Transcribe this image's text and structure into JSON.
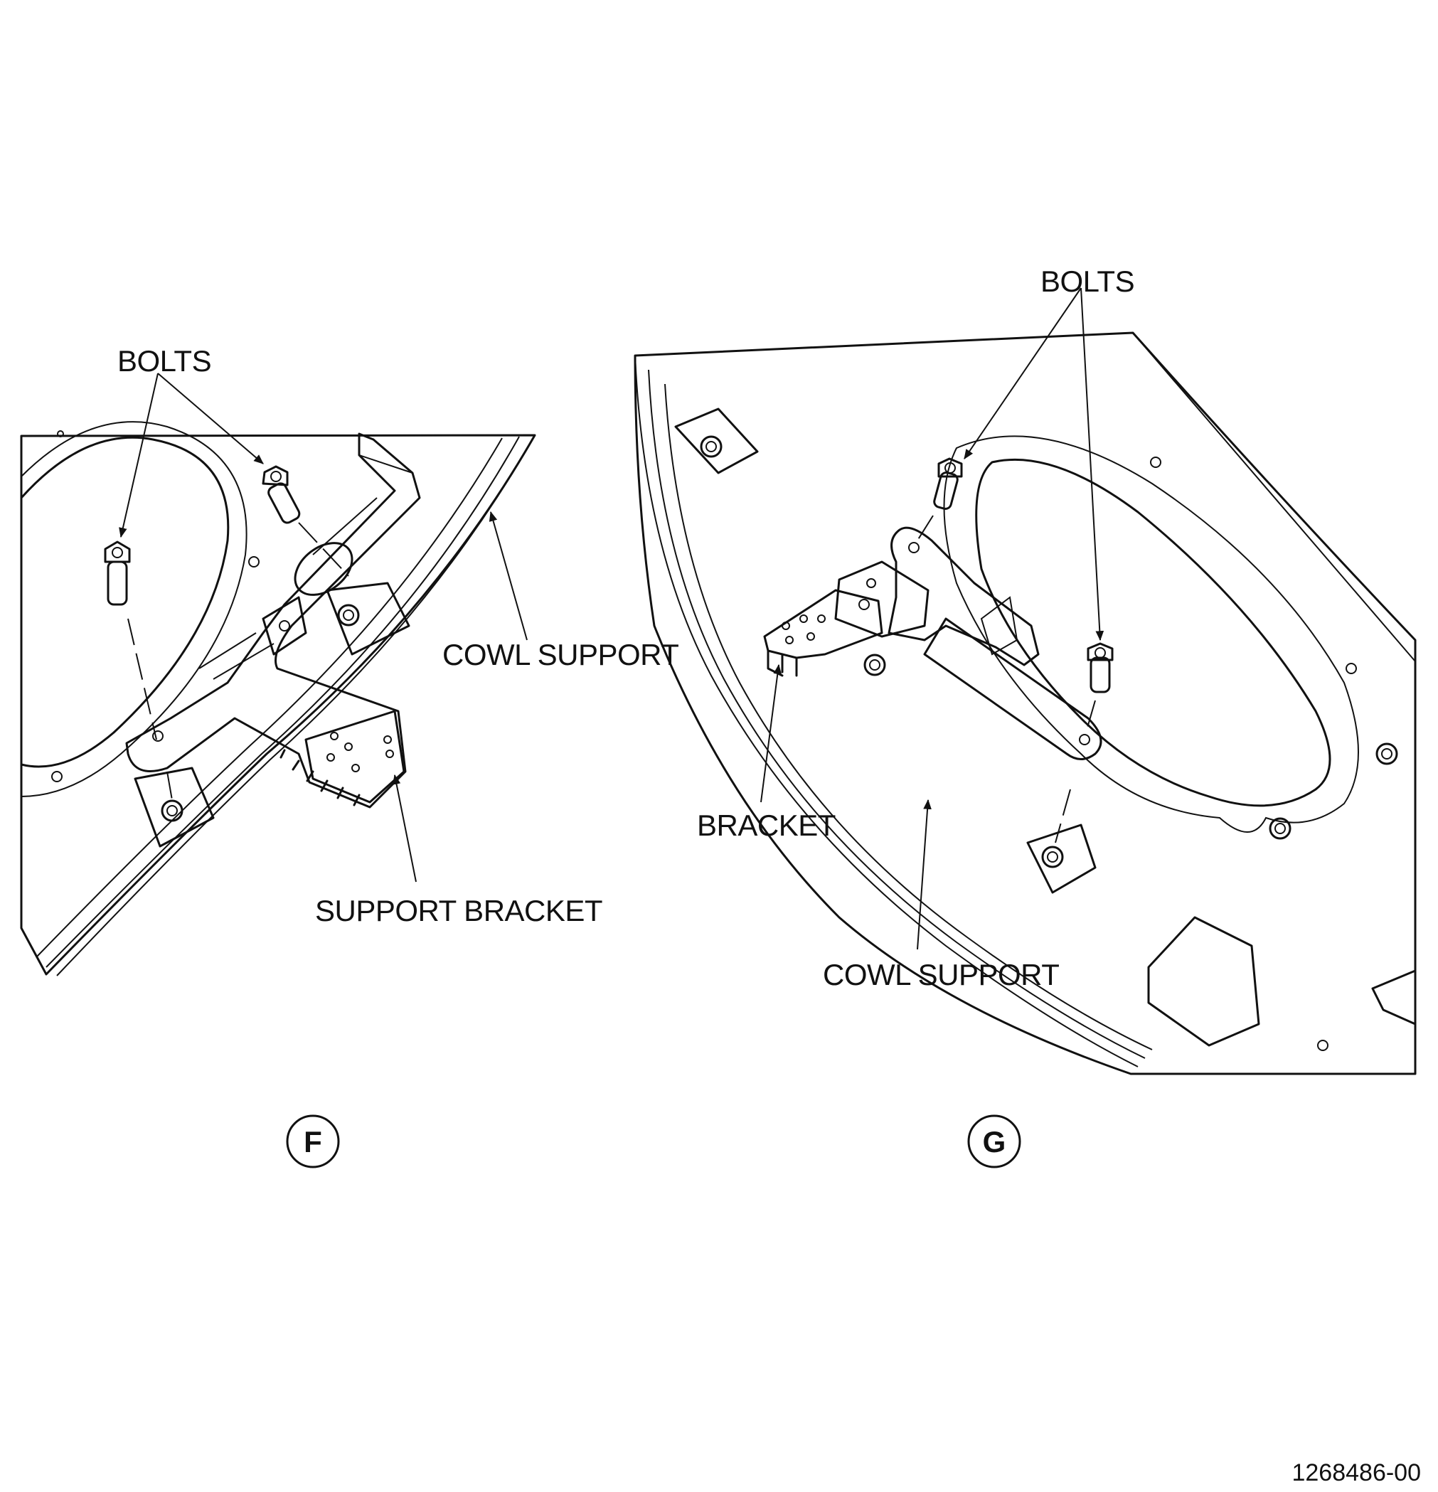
{
  "colors": {
    "cowl_support": "#fdfbd2",
    "bracket": "#b9e4ec",
    "line": "#111111"
  },
  "view_f": {
    "letter": "F",
    "labels": {
      "bolts": "BOLTS",
      "cowl_support": "COWL SUPPORT",
      "support_bracket": "SUPPORT BRACKET"
    }
  },
  "view_g": {
    "letter": "G",
    "labels": {
      "bolts": "BOLTS",
      "bracket": "BRACKET",
      "cowl_support": "COWL SUPPORT"
    }
  },
  "document_number": "1268486-00"
}
